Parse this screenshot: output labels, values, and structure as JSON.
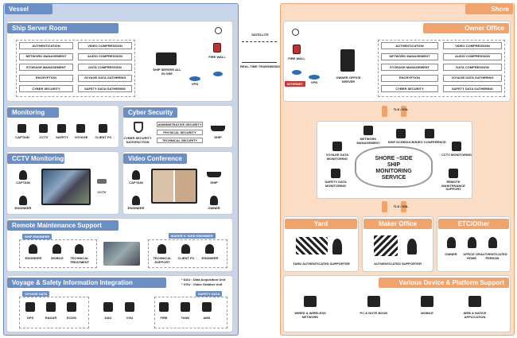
{
  "vessel": {
    "title": "Vessel",
    "server_room": {
      "title": "Ship Server Room",
      "left_items": [
        "AUTHENTICATION",
        "NETWORK MANAGEMENT",
        "STORAGE MANAGEMENT",
        "ENCRYPTION",
        "CYBER SECURITY"
      ],
      "right_items": [
        "VIDEO COMPRESSION",
        "AUDIO COMPRESSION",
        "DATA COMPRESSION",
        "VOYAGE DATA GATHERING",
        "SAFETY DATA GATHERING"
      ],
      "server_label": "SHIP SERVER ALL IN ONE",
      "vpn_label": "VPN",
      "firewall_label": "FIRE WALL"
    },
    "monitoring": {
      "title": "Monitoring",
      "items": [
        "CAPTAIN",
        "CCTV",
        "SAFETY",
        "VOYAGE",
        "CLIENT PC"
      ]
    },
    "cyber": {
      "title": "Cyber Security",
      "items": [
        "ADMINISTRATIVE SECURITY",
        "PHYSICAL SECURITY",
        "TECHNICAL SECURITY"
      ],
      "satisfaction": "CYBER SECURITY SATISFACTION",
      "ship": "SHIP"
    },
    "cctv": {
      "title": "CCTV Monitoring",
      "captain": "CAPTAIN",
      "engineer": "ENGINEER",
      "cctv": "CCTV"
    },
    "video": {
      "title": "Video Conference",
      "captain": "CAPTAIN",
      "engineer": "ENGINEER",
      "ship": "SHIP",
      "owner": "OWNER"
    },
    "remote": {
      "title": "Remote Maintenance Support",
      "ship_engineer": "SHIP ENGINEER",
      "maker_yard": "MAKER & YARD ENGINEER",
      "items": [
        "ENGINEER",
        "MOBILE",
        "TECHNICAL TREATMENT",
        "TECHNICAL SUPPORT",
        "CLIENT PC",
        "ENGINEER"
      ]
    },
    "voyage": {
      "title": "Voyage & Safety Information Integration",
      "dau_note": "* DAU : Data Acquisition Unit",
      "vgu_note": "* VGU : Video Grabber Unit",
      "voyage_data": "VOYAGE DATA",
      "safety_data": "SAFETY DATA",
      "items": [
        "GPS",
        "RADAR",
        "ECDIS",
        "DAU",
        "VGU",
        "FIRE",
        "TANK",
        "AMS"
      ]
    }
  },
  "middle": {
    "satellite": "SATELLITE",
    "realtime": "REAL-TIME TRANSMISSION"
  },
  "shore": {
    "title": "Shore",
    "owner_office": {
      "title": "Owner Office",
      "left_items": [
        "AUTHENTICATION",
        "NETWORK MANAGEMENT",
        "STORAGE MANAGEMENT",
        "ENCRYPTION",
        "CYBER SECURITY"
      ],
      "right_items": [
        "VIDEO COMPRESSION",
        "AUDIO COMPRESSION",
        "DATA COMPRESSION",
        "VOYAGE DATA GATHERING",
        "SAFETY DATA GATHERING"
      ],
      "firewall": "FIRE WALL",
      "internet": "INTERNET",
      "vpn": "VPN",
      "server": "OWNER OFFICE SERVER"
    },
    "tls1": "TLS / SSL",
    "tls2": "TLS / SSL",
    "service": {
      "title_l1": "SHORE –SIDE",
      "title_l2": "SHIP",
      "title_l3": "MONITORING",
      "title_l4": "SERVICE",
      "items": [
        "NETWORK MANAGEMENT",
        "SHIP SCHEDULE",
        "VIDEO CONFERENCE",
        "VOYAGE DATA MONITORING",
        "CCTV MONITORING",
        "SAFETY DATA MONITORING",
        "REMOTE MAINTENANCE SUPPORT"
      ]
    },
    "yard": {
      "title": "Yard",
      "label": "YARD AUTHENTICATED SUPPORTER"
    },
    "maker": {
      "title": "Maker Office",
      "label": "AUTHENTICATED SUPPORTER"
    },
    "etc": {
      "title": "ETC/Other",
      "items": [
        "OWNER",
        "OFFICE OR HOME",
        "AUTHENTICATED PERSON"
      ]
    },
    "devices": {
      "title": "Various Device & Platform Support",
      "items": [
        "WIRED & WIRELESS NETWORK",
        "PC & NOTE BOOK",
        "MOBILE",
        "WEB & NATIVE APPLICATION"
      ]
    }
  },
  "colors": {
    "vessel": "#6b8fc4",
    "vessel_bg": "#c9d5e8",
    "shore": "#f0a36b",
    "shore_bg": "#fbdcc4"
  }
}
